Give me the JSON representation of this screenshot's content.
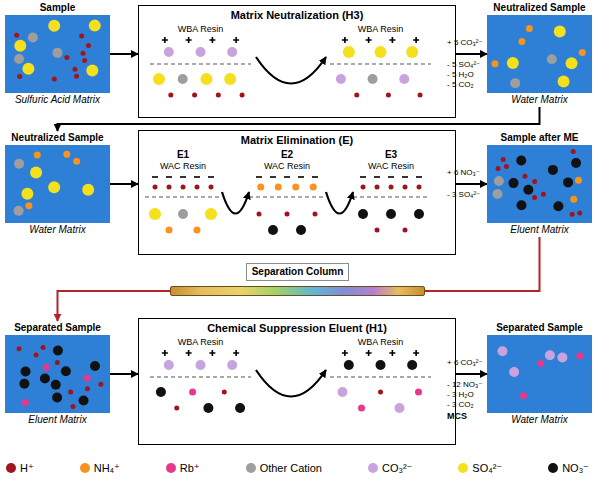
{
  "diagram": {
    "nodes": [
      {
        "text": [
          "Sample",
          "Sulfuric Acid Matrix"
        ]
      },
      {
        "text": [
          "Matrix Neutralization (H3)"
        ]
      },
      {
        "text": [
          "Neutralized Sample",
          "Water Matrix"
        ]
      },
      {
        "text": [
          "Neutralized Sample",
          "Water Matrix"
        ]
      },
      {
        "text": [
          "Matrix Elimination (E)"
        ]
      },
      {
        "text": [
          "Sample after ME",
          "Eluent Matrix"
        ]
      },
      {
        "text": [
          "Separation Column"
        ]
      },
      {
        "text": [
          "Separated Sample",
          "Eluent Matrix"
        ]
      },
      {
        "text": [
          "Chemical Suppression Eluent (H1)"
        ]
      },
      {
        "text": [
          "Separated Sample",
          "Water Matrix"
        ]
      }
    ],
    "edges": [
      {
        "from": 0,
        "to": 1,
        "arrow": "to"
      },
      {
        "from": 1,
        "to": 2,
        "arrow": "to"
      },
      {
        "from": 2,
        "to": 3,
        "arrow": "to"
      },
      {
        "from": 3,
        "to": 4,
        "arrow": "to"
      },
      {
        "from": 4,
        "to": 5,
        "arrow": "to"
      },
      {
        "from": 5,
        "to": 6,
        "arrow": "none"
      },
      {
        "from": 6,
        "to": 7,
        "arrow": "to"
      },
      {
        "from": 7,
        "to": 8,
        "arrow": "to"
      },
      {
        "from": 8,
        "to": 9,
        "arrow": "to"
      }
    ],
    "labels": [
      "WBA Resin",
      "WBA Resin",
      "+ 5 CO₃²⁻",
      "- 5 SO₄²⁻",
      "- 5 H₂O",
      "- 5 CO₂",
      "E1",
      "WAC Resin",
      "E2",
      "WAC Resin",
      "E3",
      "WAC Resin",
      "+ 6 NO₃⁻",
      "- 3 SO₄²⁻",
      "WBA Resin",
      "WBA Resin",
      "+ 6 CO₃²⁻",
      "- 12 NO₃⁻",
      "- 3 H₂O",
      "- 3 CO₂",
      "MCS"
    ],
    "legend": [
      {
        "text": "H⁺",
        "color": "#a0141e"
      },
      {
        "text": "NH₄⁺",
        "color": "#f7941d"
      },
      {
        "text": "Rb⁺",
        "color": "#e8388c"
      },
      {
        "text": "Other Cation",
        "color": "#9e9e9e"
      },
      {
        "text": "CO₃²⁻",
        "color": "#c9a3dd"
      },
      {
        "text": "SO₄²⁻",
        "color": "#f4e01c"
      },
      {
        "text": "NO₃⁻",
        "color": "#111111"
      }
    ]
  }
}
